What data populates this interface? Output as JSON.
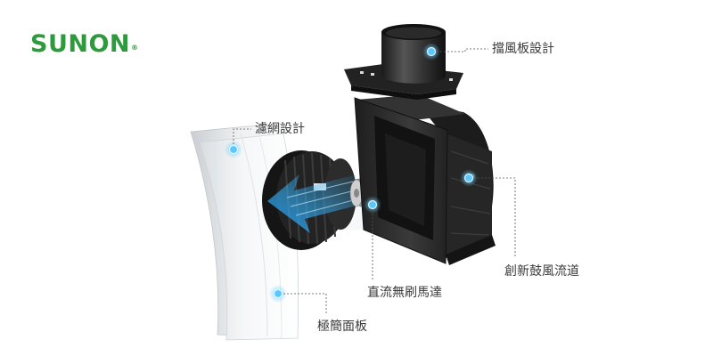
{
  "brand": {
    "name": "SUNON",
    "mark": "®",
    "color": "#2e9a3e"
  },
  "callouts": [
    {
      "id": "damper",
      "label": "擋風板設計"
    },
    {
      "id": "filter",
      "label": "濾網設計"
    },
    {
      "id": "airflow",
      "label": "創新鼓風流道"
    },
    {
      "id": "motor",
      "label": "直流無刷馬達"
    },
    {
      "id": "panel",
      "label": "極簡面板"
    }
  ],
  "colors": {
    "hotspot": "#58c8ff",
    "leader_line": "#555555",
    "airflow_arrow": "#35b6ff",
    "housing": "#2a2a2a"
  }
}
